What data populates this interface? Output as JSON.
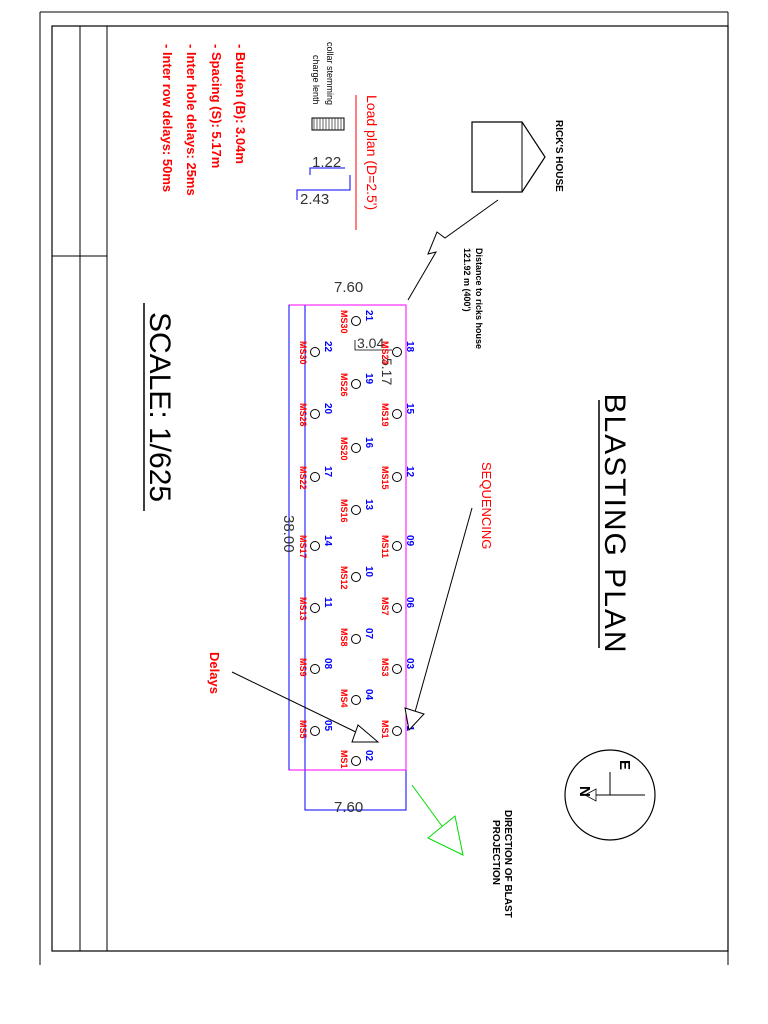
{
  "title": "BLASTING PLAN",
  "scale": "SCALE: 1/625",
  "notes": [
    "- Burden (B): 3.04m",
    "- Spacing (S): 5.17m",
    "- Inter hole delays: 25ms",
    "- Inter row delays: 50ms"
  ],
  "load_plan": {
    "title": "Load plan (D=2.5')",
    "collar_label": "collar stemming",
    "charge_label": "charge lenth",
    "collar_value": "1.22",
    "total_value": "2.43"
  },
  "house": {
    "label": "RICK'S HOUSE",
    "distance_line1": "Distance to ricks house",
    "distance_line2": "121.92 m  (400')"
  },
  "labels": {
    "sequencing": "SEQUENCING",
    "delays": "Delays",
    "direction_line1": "DIRECTION OF BLAST",
    "direction_line2": "PROJECTION"
  },
  "compass": {
    "east": "E",
    "north": "N"
  },
  "dimensions": {
    "width_top": "7.60",
    "width_bottom": "7.60",
    "length": "38.00",
    "burden": "3.04",
    "spacing": "5.17"
  },
  "holes": [
    {
      "id": "01",
      "delay": "MS1"
    },
    {
      "id": "02",
      "delay": "MS1"
    },
    {
      "id": "03",
      "delay": "MS3"
    },
    {
      "id": "04",
      "delay": "MS4"
    },
    {
      "id": "05",
      "delay": "MS5"
    },
    {
      "id": "06",
      "delay": "MS7"
    },
    {
      "id": "07",
      "delay": "MS8"
    },
    {
      "id": "08",
      "delay": "MS9"
    },
    {
      "id": "09",
      "delay": "MS11"
    },
    {
      "id": "10",
      "delay": "MS12"
    },
    {
      "id": "11",
      "delay": "MS13"
    },
    {
      "id": "12",
      "delay": "MS15"
    },
    {
      "id": "13",
      "delay": "MS16"
    },
    {
      "id": "14",
      "delay": "MS17"
    },
    {
      "id": "15",
      "delay": "MS19"
    },
    {
      "id": "16",
      "delay": "MS20"
    },
    {
      "id": "17",
      "delay": "MS22"
    },
    {
      "id": "18",
      "delay": "MS24"
    },
    {
      "id": "19",
      "delay": "MS26"
    },
    {
      "id": "20",
      "delay": "MS28"
    },
    {
      "id": "21",
      "delay": "MS30"
    },
    {
      "id": "22",
      "delay": "MS30"
    }
  ],
  "colors": {
    "red": "#ff0000",
    "blue": "#0000ff",
    "magenta": "#ff00ff",
    "green": "#00dd00",
    "black": "#000000"
  }
}
